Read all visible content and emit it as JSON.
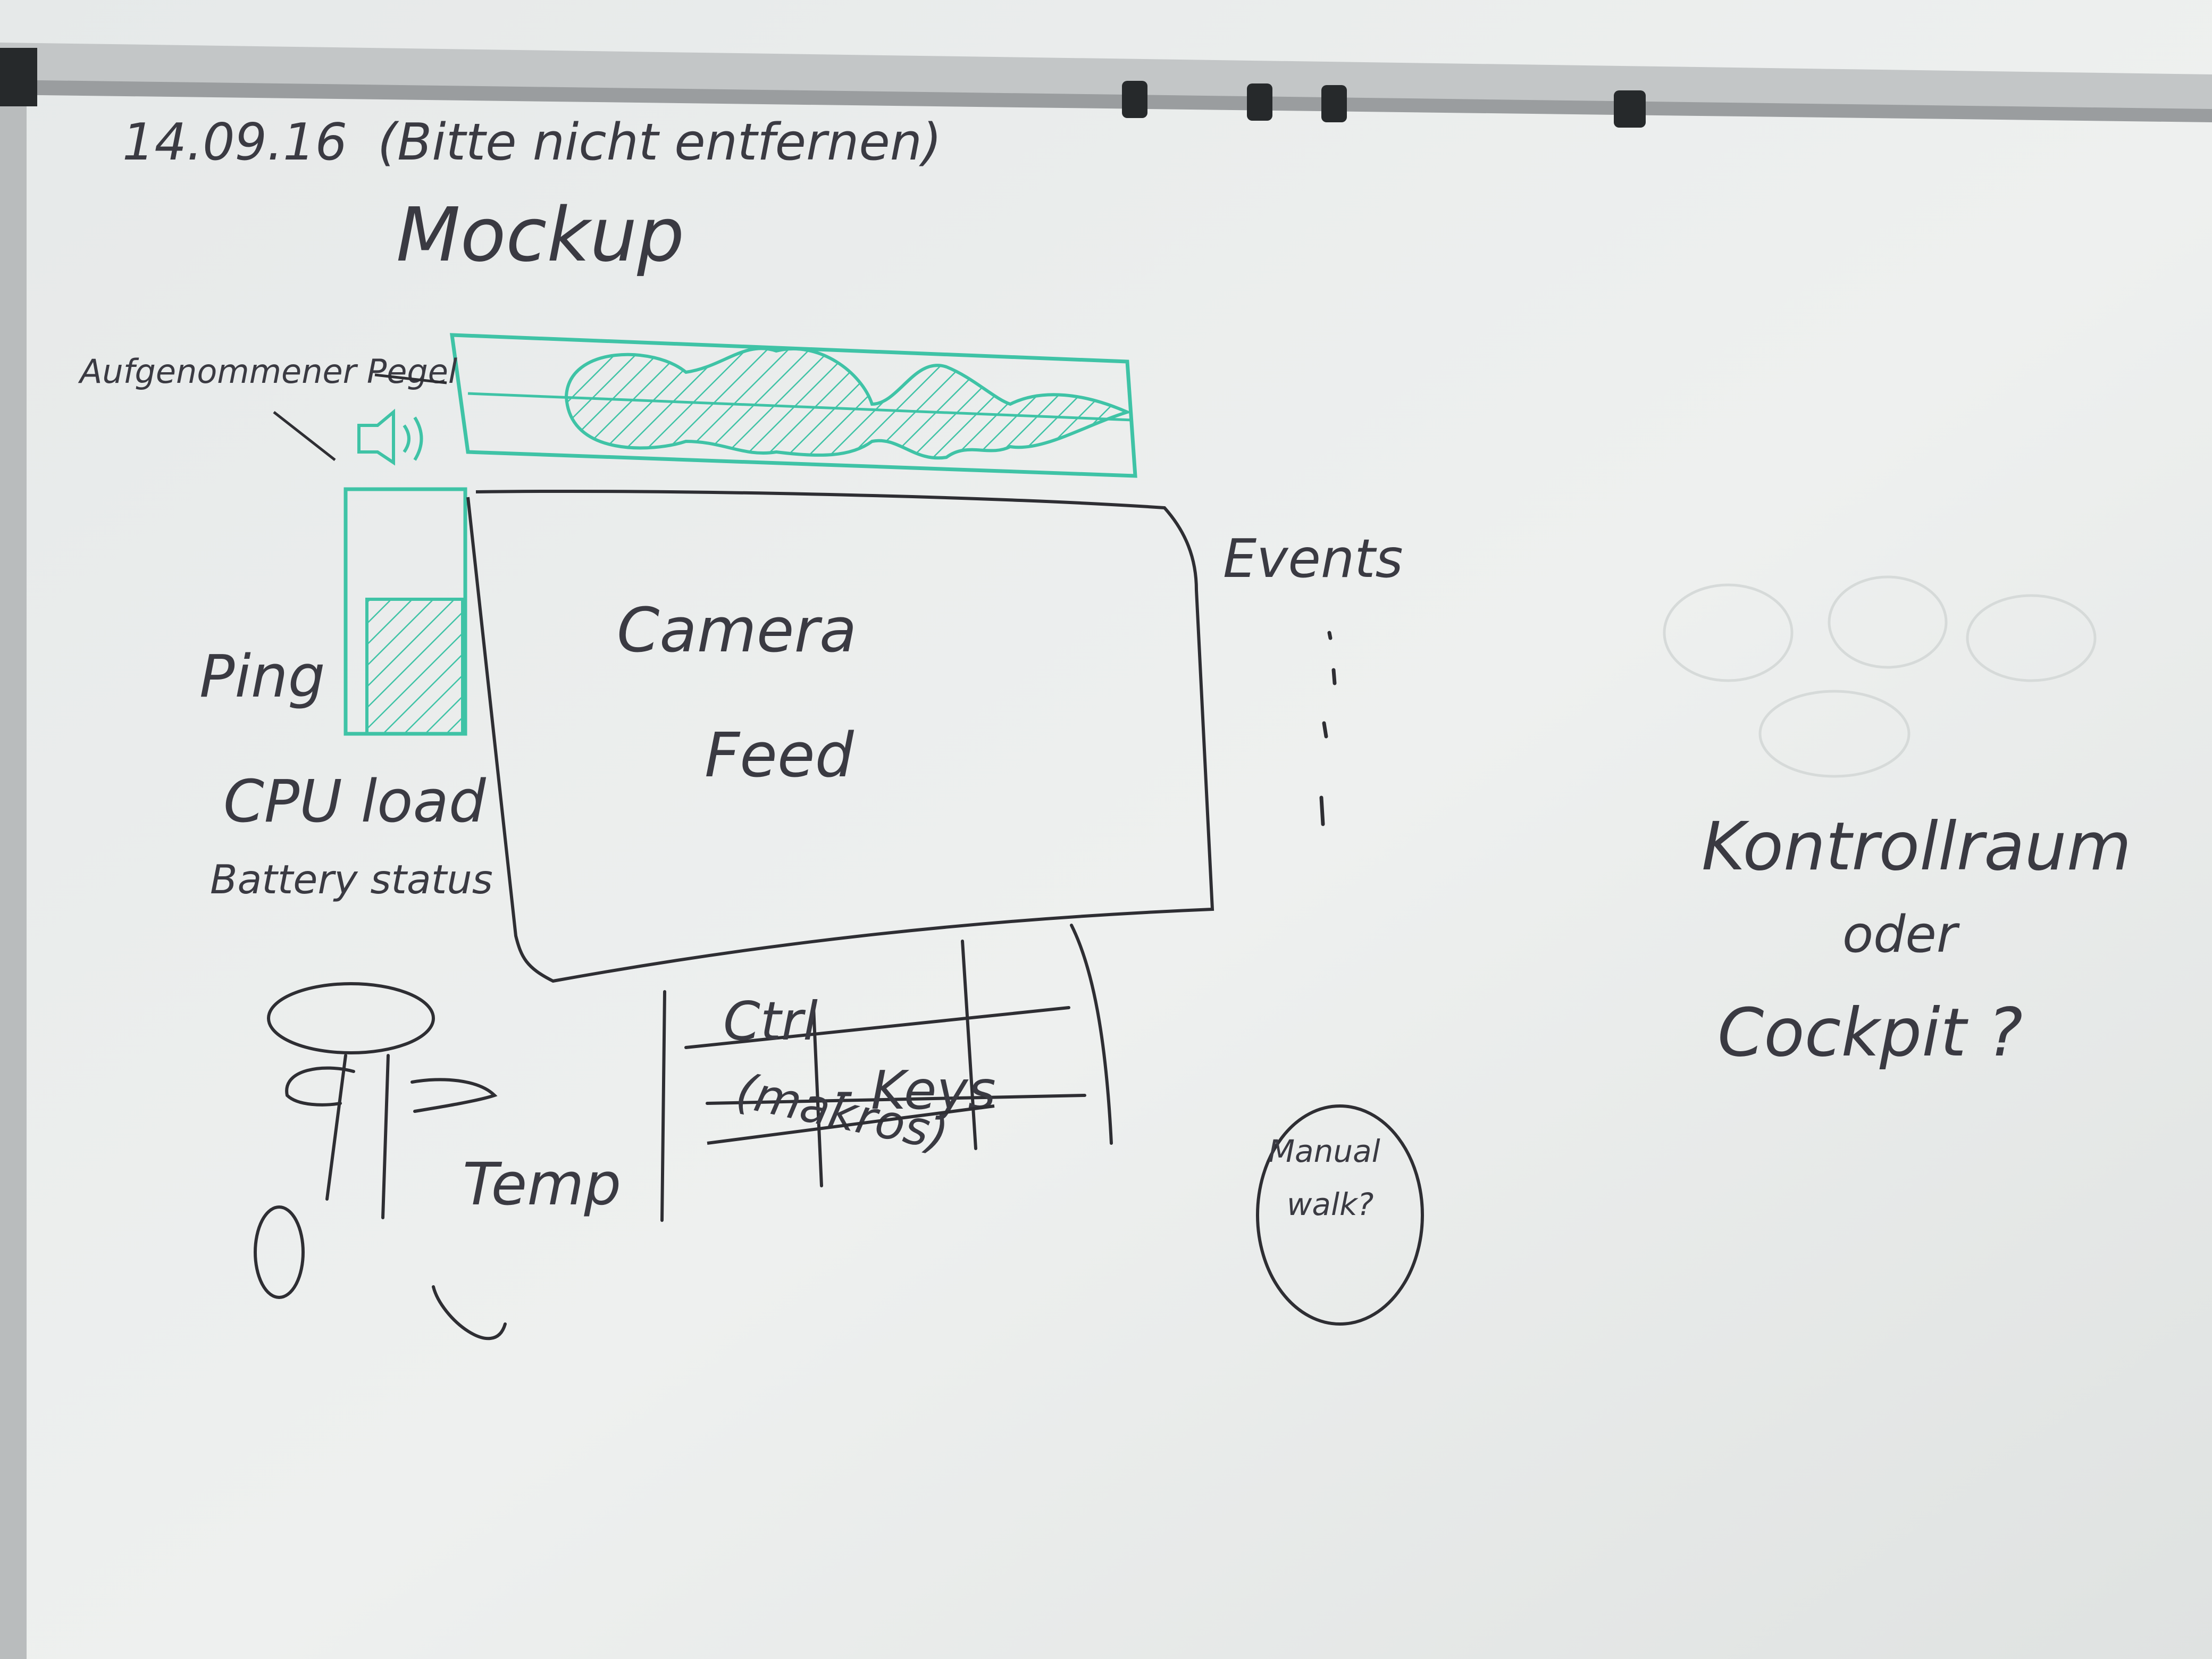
{
  "board": {
    "date": "14.09.16",
    "note": "(Bitte nicht entfernen)",
    "title": "Mockup",
    "level_label": "Aufgenommener Pegel",
    "camera_line1": "Camera",
    "camera_line2": "Feed",
    "events_label": "Events",
    "ping_label": "Ping",
    "cpu_label": "CPU load",
    "battery_label": "Battery status",
    "temp_label": "Temp",
    "ctrl_label": "Ctrl",
    "keys_label": "- Keys",
    "makros_label": "(makros)",
    "manual_line1": "Manual",
    "manual_line2": "walk?",
    "question_line1": "Kontrollraum",
    "question_line2": "oder",
    "question_line3": "Cockpit ?"
  },
  "level_fill": 0.55,
  "colors": {
    "board": "#e9eceb",
    "marker_black": "#2e2e33",
    "marker_teal": "#3fc3a6",
    "frame": "#b9bcbd",
    "tray": "#26292b"
  }
}
